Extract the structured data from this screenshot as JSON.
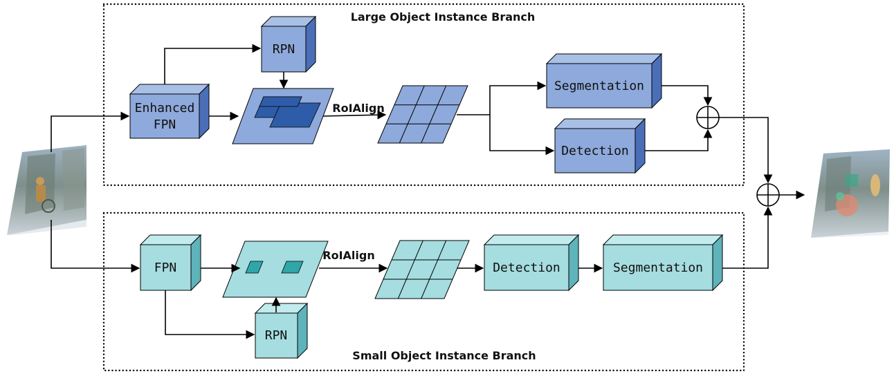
{
  "branches": {
    "large_title": "Large Object Instance Branch",
    "small_title": "Small Object Instance Branch"
  },
  "large": {
    "rpn": "RPN",
    "fpn_line1": "Enhanced",
    "fpn_line2": "FPN",
    "roialign": "RoIAlign",
    "segmentation": "Segmentation",
    "detection": "Detection"
  },
  "small": {
    "fpn": "FPN",
    "rpn": "RPN",
    "roialign": "RoIAlign",
    "detection": "Detection",
    "segmentation": "Segmentation"
  },
  "colors": {
    "large_front": "#8EA9DB",
    "large_top": "#A9C0E6",
    "large_side": "#4A6FB8",
    "large_proposal": "#2E5CA8",
    "small_front": "#A5DDE0",
    "small_top": "#C2EBED",
    "small_side": "#5FB3BA",
    "small_proposal": "#2FA7A8"
  }
}
